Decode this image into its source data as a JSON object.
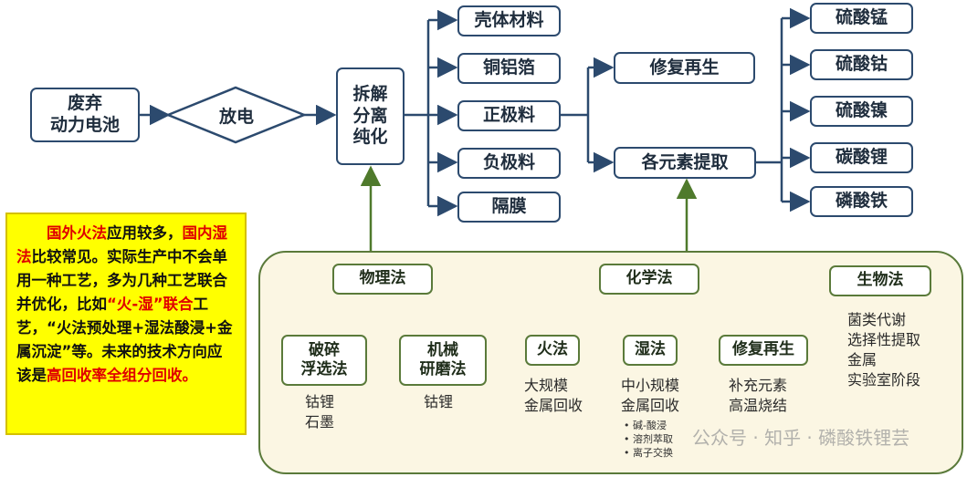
{
  "flow": {
    "start": [
      "废弃",
      "动力电池"
    ],
    "discharge": "放电",
    "dismantle": [
      "拆解",
      "分离",
      "纯化"
    ],
    "components": [
      "壳体材料",
      "铜铝箔",
      "正极料",
      "负极料",
      "隔膜"
    ],
    "cathode_paths": [
      "修复再生",
      "各元素提取"
    ],
    "products": [
      "硫酸锰",
      "硫酸钴",
      "硫酸镍",
      "碳酸锂",
      "磷酸铁"
    ]
  },
  "methods": {
    "physical": {
      "label": "物理法",
      "crush": {
        "label": [
          "破碎",
          "浮选法"
        ],
        "result": [
          "钴锂",
          "石墨"
        ]
      },
      "mill": {
        "label": [
          "机械",
          "研磨法"
        ],
        "result": [
          "钴锂"
        ]
      }
    },
    "chemical": {
      "label": "化学法",
      "fire": {
        "label": "火法",
        "result": [
          "大规模",
          "金属回收"
        ]
      },
      "wet": {
        "label": "湿法",
        "result": [
          "中小规模",
          "金属回收"
        ],
        "bullets": [
          "碱-酸浸",
          "溶剂萃取",
          "离子交换"
        ]
      },
      "repair": {
        "label": "修复再生",
        "result": [
          "补充元素",
          "高温烧结"
        ]
      }
    },
    "biological": {
      "label": "生物法",
      "result": [
        "菌类代谢",
        "选择性提取",
        "金属",
        "实验室阶段"
      ]
    }
  },
  "note": {
    "p1_red": "国外火法",
    "p2": "应用较多，",
    "p3_red": "国内湿法",
    "p4": "比较常见。实际生产中不会单用一种工艺，多为几种工艺联合并优化，比如",
    "p5_red": "“火-湿”联合",
    "p6": "工艺，“火法预处理+湿法酸浸+金属沉淀”等。未来的技术方向应该是",
    "p7_red": "高回收率全组分回收。"
  },
  "watermark": "公众号 · 知乎 · 磷酸铁锂芸"
}
